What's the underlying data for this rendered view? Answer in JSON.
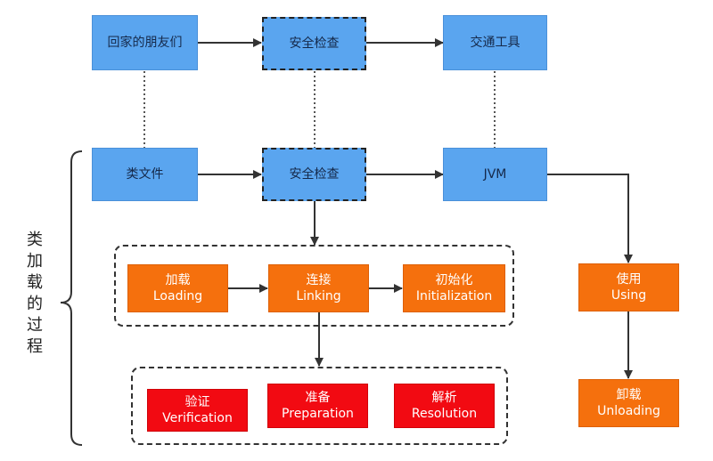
{
  "analogy_row": {
    "go_home": "回家的朋友们",
    "security": "安全检查",
    "transport": "交通工具"
  },
  "jvm_row": {
    "class_file": "类文件",
    "security": "安全检查",
    "jvm": "JVM"
  },
  "loading": {
    "cn": "加载",
    "en": "Loading"
  },
  "linking": {
    "cn": "连接",
    "en": "Linking"
  },
  "initialization": {
    "cn": "初始化",
    "en": "Initialization"
  },
  "using": {
    "cn": "使用",
    "en": "Using"
  },
  "unloading": {
    "cn": "卸载",
    "en": "Unloading"
  },
  "verification": {
    "cn": "验证",
    "en": "Verification"
  },
  "preparation": {
    "cn": "准备",
    "en": "Preparation"
  },
  "resolution": {
    "cn": "解析",
    "en": "Resolution"
  },
  "side_label": [
    "类",
    "加",
    "载",
    "的",
    "过",
    "程"
  ],
  "colors": {
    "blue": "#5aa5ef",
    "orange": "#f5700d",
    "red": "#f20a12",
    "line": "#333333"
  }
}
